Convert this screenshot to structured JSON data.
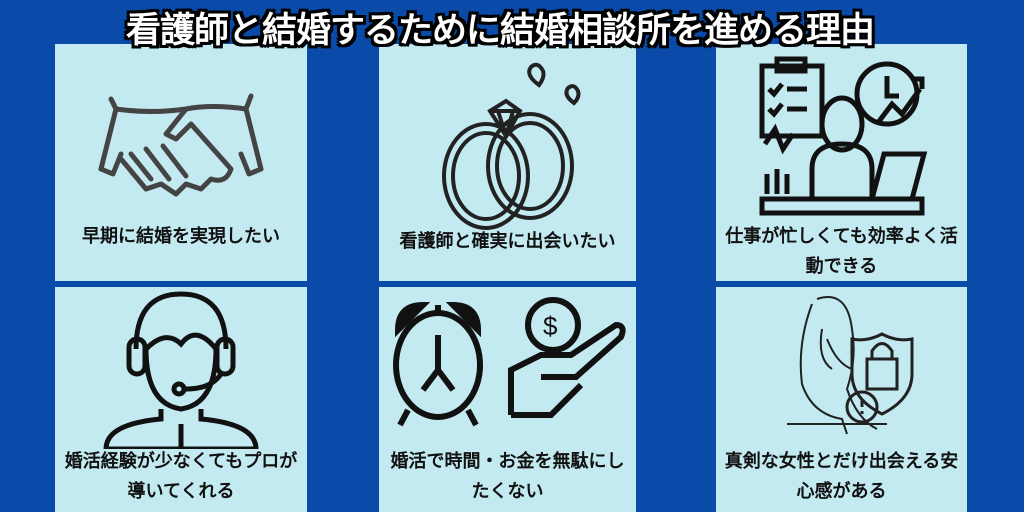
{
  "title": "看護師と結婚するために結婚相談所を進める理由",
  "cards": [
    {
      "caption": "早期に結婚を実現したい",
      "icon": "handshake-icon"
    },
    {
      "caption": "看護師と確実に出会いたい",
      "icon": "wedding-rings-icon"
    },
    {
      "caption": "仕事が忙しくても効率よく活動できる",
      "icon": "busy-worker-icon"
    },
    {
      "caption": "婚活経験が少なくてもプロが導いてくれる",
      "icon": "headset-advisor-icon"
    },
    {
      "caption": "婚活で時間・お金を無駄にしたくない",
      "icon": "clock-money-icon"
    },
    {
      "caption": "真剣な女性とだけ出会える安心感がある",
      "icon": "woman-security-icon"
    }
  ]
}
